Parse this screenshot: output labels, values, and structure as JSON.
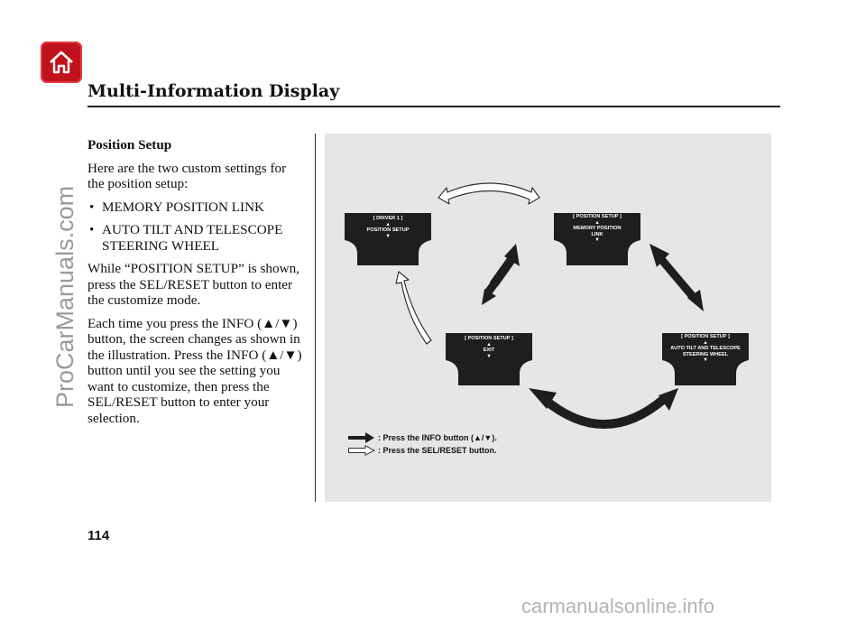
{
  "header": {
    "home_icon": "house-icon",
    "section_title": "Multi-Information Display"
  },
  "body": {
    "heading": "Position Setup",
    "intro": "Here are the two custom settings for the position setup:",
    "bullets": [
      "MEMORY POSITION LINK",
      "AUTO TILT AND TELESCOPE STEERING WHEEL"
    ],
    "para1": "While “POSITION SETUP” is shown, press the SEL/RESET button to enter the customize mode.",
    "para2": "Each time you press the INFO (▲/▼) button, the screen changes as shown in the illustration. Press the INFO (▲/▼) button until you see the setting you want to customize, then press the SEL/RESET button to enter your selection."
  },
  "illustration": {
    "screens": {
      "driver": {
        "top": "[ DRIVER 1 ]",
        "line1": "POSITION SETUP"
      },
      "memory": {
        "top": "[ POSITION SETUP ]",
        "line1": "MEMORY POSITION",
        "line2": "LINK"
      },
      "steering": {
        "top": "[ POSITION SETUP ]",
        "line1": "AUTO TILT AND TELESCOPE",
        "line2": "STEERING WHEEL"
      },
      "exit": {
        "top": "[ POSITION SETUP ]",
        "line1": "EXIT"
      }
    },
    "up": "▲",
    "down": "▼",
    "legend": {
      "info": ": Press the INFO button (▲/▼).",
      "sel": ": Press the SEL/RESET button."
    },
    "colors": {
      "screen": "#1e1e1e",
      "arrow": "#1e1e1e",
      "background": "#e6e6e6"
    }
  },
  "footer": {
    "page_number": "114"
  },
  "watermarks": {
    "side": "ProCarManuals.com",
    "bottom": "carmanualsonline.info"
  }
}
